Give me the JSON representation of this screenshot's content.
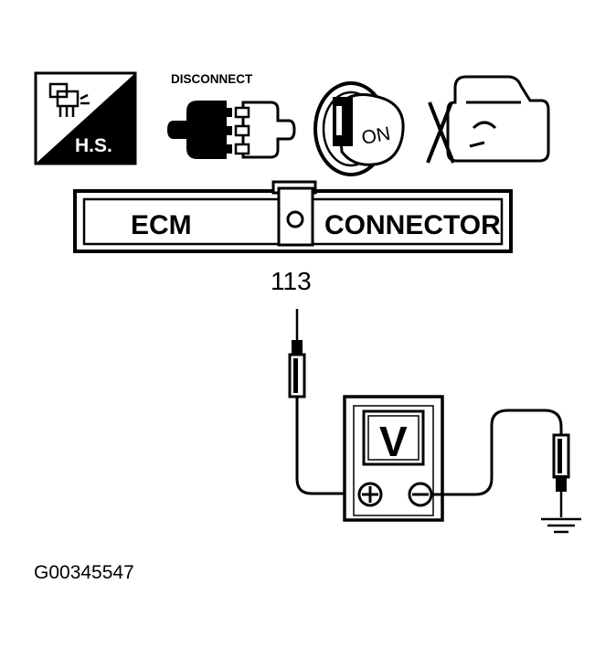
{
  "icons": {
    "hs": {
      "label": "H.S.",
      "icon": "hot-soak-icon"
    },
    "disconnect": {
      "label": "DISCONNECT",
      "icon": "disconnect-connector-icon"
    },
    "ignition": {
      "label": "ON",
      "icon": "ignition-key-on-icon"
    },
    "engine": {
      "icon": "engine-off-icon"
    }
  },
  "connector": {
    "left_label": "ECM",
    "right_label": "CONNECTOR",
    "pin": "113"
  },
  "meter": {
    "display": "V",
    "positive_symbol": "⊕",
    "negative_symbol": "⊖"
  },
  "figure_id": "G00345547"
}
